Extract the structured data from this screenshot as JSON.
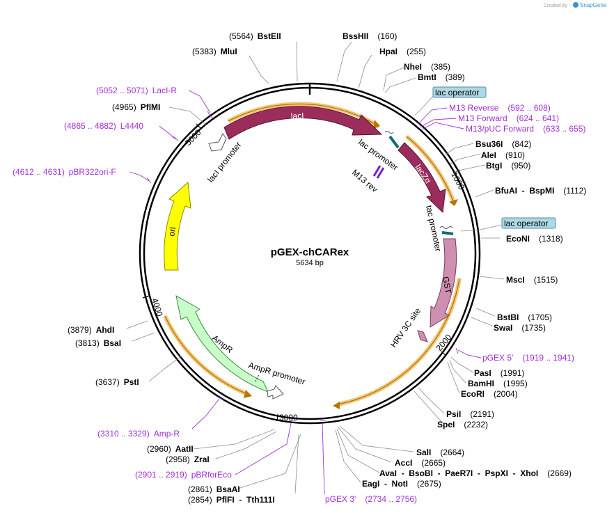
{
  "title": "pGEX-chCARex",
  "length_label": "5634 bp",
  "credit": {
    "created_by": "Created by",
    "brand": "SnapGene"
  },
  "ticks": [
    "1000",
    "2000",
    "3000",
    "4000",
    "5000"
  ],
  "features": [
    {
      "name": "lacI",
      "color": "#9b2d5c"
    },
    {
      "name": "lacZα",
      "color": "#9b2d5c"
    },
    {
      "name": "GST",
      "color": "#cf8fb0"
    },
    {
      "name": "ori",
      "color": "#ffff00"
    },
    {
      "name": "AmpR",
      "color": "#c8ffc8"
    }
  ],
  "promoters": [
    "lacI promoter",
    "lac promoter",
    "tac promoter",
    "AmpR promoter"
  ],
  "misc_labels": [
    "M13 rev",
    "HRV 3C site"
  ],
  "operators": [
    "lac operator",
    "lac operator"
  ],
  "sites": [
    {
      "name": "BstEII",
      "pos": "(5564)"
    },
    {
      "name": "BssHII",
      "pos": "(160)"
    },
    {
      "name": "MluI",
      "pos": "(5383)"
    },
    {
      "name": "HpaI",
      "pos": "(255)"
    },
    {
      "name": "NheI",
      "pos": "(385)"
    },
    {
      "name": "BmtI",
      "pos": "(389)"
    },
    {
      "name": "PflMI",
      "pos": "(4965)"
    },
    {
      "name": "Bsu36I",
      "pos": "(842)"
    },
    {
      "name": "AleI",
      "pos": "(910)"
    },
    {
      "name": "BtgI",
      "pos": "(950)"
    },
    {
      "name": "BfuAI  -  BspMI",
      "pos": "(1112)"
    },
    {
      "name": "EcoNI",
      "pos": "(1318)"
    },
    {
      "name": "MscI",
      "pos": "(1515)"
    },
    {
      "name": "BstBI",
      "pos": "(1705)"
    },
    {
      "name": "SwaI",
      "pos": "(1735)"
    },
    {
      "name": "AhdI",
      "pos": "(3879)"
    },
    {
      "name": "BsaI",
      "pos": "(3813)"
    },
    {
      "name": "PasI",
      "pos": "(1991)"
    },
    {
      "name": "BamHI",
      "pos": "(1995)"
    },
    {
      "name": "EcoRI",
      "pos": "(2004)"
    },
    {
      "name": "PstI",
      "pos": "(3637)"
    },
    {
      "name": "PsiI",
      "pos": "(2191)"
    },
    {
      "name": "SpeI",
      "pos": "(2232)"
    },
    {
      "name": "SalI",
      "pos": "(2664)"
    },
    {
      "name": "AccI",
      "pos": "(2665)"
    },
    {
      "name": "AatII",
      "pos": "(2960)"
    },
    {
      "name": "ZraI",
      "pos": "(2958)"
    },
    {
      "name": "AvaI  -  BsoBI  -  PaeR7I  -  PspXI  -  XhoI",
      "pos": "(2669)"
    },
    {
      "name": "EagI  -  NotI",
      "pos": "(2675)"
    },
    {
      "name": "BsaAI",
      "pos": "(2861)"
    },
    {
      "name": "PflFI  -  Tth111I",
      "pos": "(2854)"
    }
  ],
  "primers": [
    {
      "name": "LacI-R",
      "range": "(5052 .. 5071)"
    },
    {
      "name": "M13 Reverse",
      "range": "(592 .. 608)"
    },
    {
      "name": "M13 Forward",
      "range": "(624 .. 641)"
    },
    {
      "name": "M13/pUC Forward",
      "range": "(633 .. 655)"
    },
    {
      "name": "L4440",
      "range": "(4865 .. 4882)"
    },
    {
      "name": "pBR322ori-F",
      "range": "(4612 .. 4631)"
    },
    {
      "name": "pGEX 5'",
      "range": "(1919 .. 1941)"
    },
    {
      "name": "Amp-R",
      "range": "(3310 .. 3329)"
    },
    {
      "name": "pBRforEco",
      "range": "(2901 .. 2919)"
    },
    {
      "name": "pGEX 3'",
      "range": "(2734 .. 2756)"
    }
  ]
}
